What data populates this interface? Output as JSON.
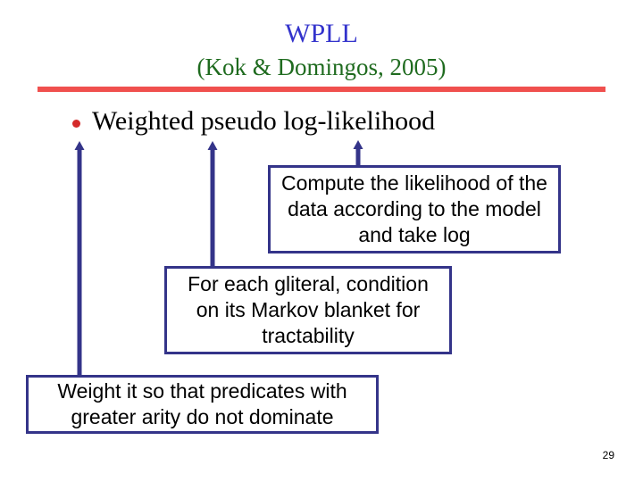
{
  "slide": {
    "title": "WPLL",
    "subtitle": "(Kok & Domingos, 2005)",
    "bullet": "Weighted pseudo log-likelihood",
    "boxes": [
      {
        "text": "Compute the likelihood of the data according to the model and take log"
      },
      {
        "text": "For each gliteral, condition on its Markov blanket for tractability"
      },
      {
        "text": "Weight it so that predicates with greater arity do not dominate"
      }
    ],
    "arrows": [
      {
        "icon": "up-arrow-icon",
        "from": "weight-box",
        "to": "bullet"
      },
      {
        "icon": "up-arrow-icon",
        "from": "condition-box",
        "to": "bullet"
      },
      {
        "icon": "up-arrow-icon",
        "from": "compute-box",
        "to": "bullet"
      }
    ],
    "page_number": "29",
    "colors": {
      "title": "#3333cc",
      "subtitle": "#1f6b1f",
      "rule": "#f0504e",
      "bullet_dot": "#d42a2a",
      "arrow": "#343489",
      "box_border": "#343489",
      "body_text": "#000000",
      "background": "#ffffff"
    }
  }
}
